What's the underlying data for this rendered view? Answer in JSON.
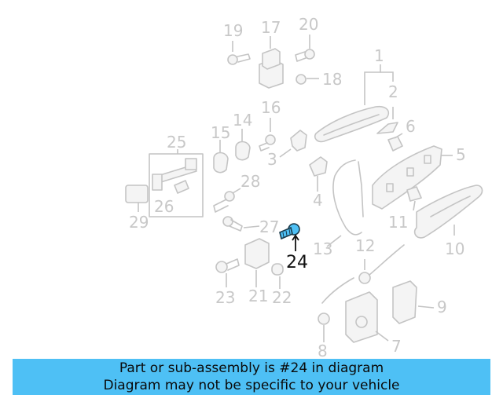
{
  "diagram": {
    "callouts": [
      "1",
      "2",
      "3",
      "4",
      "5",
      "6",
      "7",
      "8",
      "9",
      "10",
      "11",
      "12",
      "13",
      "14",
      "15",
      "16",
      "17",
      "18",
      "19",
      "20",
      "21",
      "22",
      "23",
      "24",
      "25",
      "26",
      "27",
      "28",
      "29"
    ],
    "highlighted_callout": "24",
    "highlight_color": "#4ec0f5",
    "part_line_color": "#c4c4c4"
  },
  "banner": {
    "line1": "Part or sub-assembly is #24 in diagram",
    "line2": "Diagram may not be specific to your vehicle",
    "background": "#4ec0f5"
  }
}
